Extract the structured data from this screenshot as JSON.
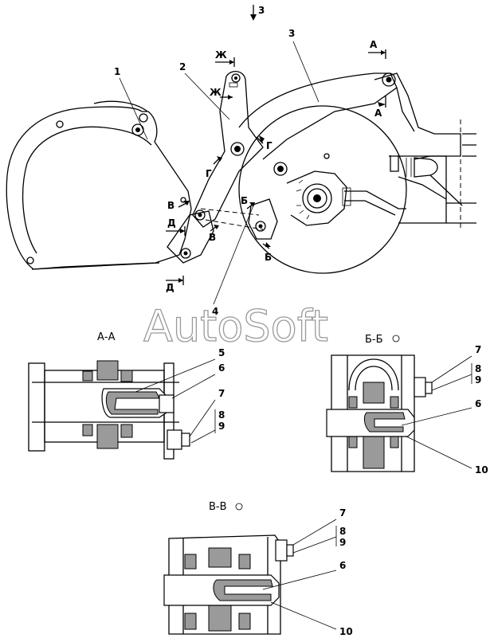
{
  "view": {
    "top_arrow_label": "3",
    "watermark": "AutoSoft"
  },
  "main_view": {
    "callouts": [
      "1",
      "2",
      "3",
      "4"
    ],
    "section_markers": {
      "A_top": "А",
      "A_side": "А",
      "Zh": "Ж",
      "Zh2": "Ж",
      "G1": "Г",
      "G2": "Г",
      "B1": "Б",
      "B2": "Б",
      "V1": "В",
      "V2": "В",
      "D1": "Д",
      "D2": "Д"
    }
  },
  "section_aa": {
    "title": "А-А",
    "callouts": {
      "p5": "5",
      "p6": "6",
      "p7": "7",
      "p8": "8",
      "p9": "9"
    }
  },
  "section_bb": {
    "title": "Б-Б",
    "callouts": {
      "p7": "7",
      "p8": "8",
      "p9": "9",
      "p6": "6",
      "p10": "10"
    }
  },
  "section_vv": {
    "title": "В-В",
    "callouts": {
      "p7": "7",
      "p8": "8",
      "p9": "9",
      "p6": "6",
      "p10": "10"
    }
  }
}
